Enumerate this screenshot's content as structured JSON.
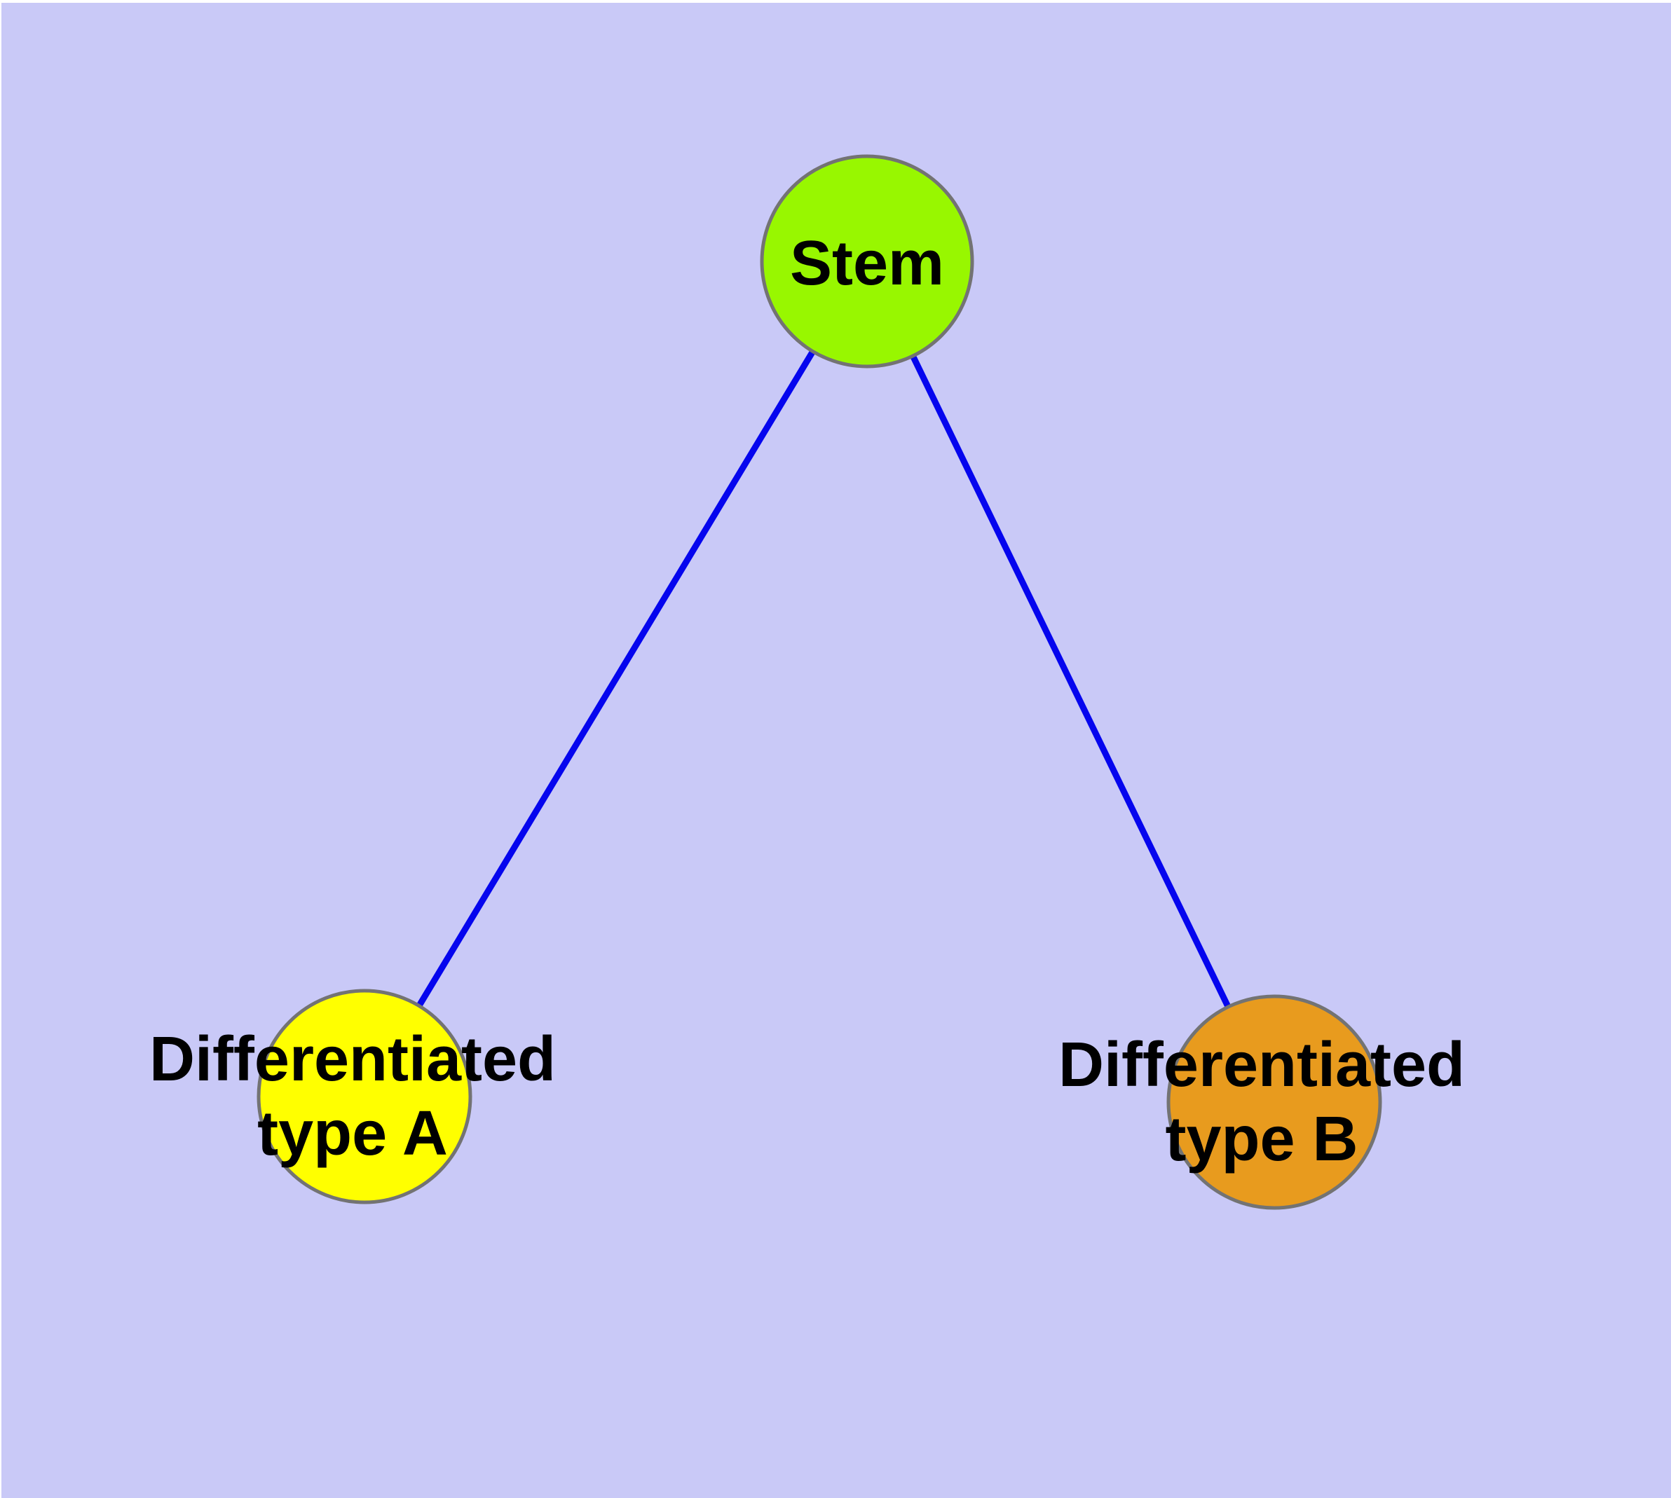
{
  "diagram": {
    "background_color": "#C9C9F7",
    "page_border_color": "#FFFFFF",
    "edge_color": "#0505EE",
    "node_border_color": "#737373",
    "label_color": "#000000",
    "nodes": [
      {
        "name": "stem",
        "fill": "#98F700",
        "label": "Stem",
        "label_lines": [
          "Stem"
        ]
      },
      {
        "name": "differentiated-type-a",
        "fill": "#FFFF00",
        "label": "Differentiated type A",
        "label_lines": [
          "Differentiated",
          "type A"
        ]
      },
      {
        "name": "differentiated-type-b",
        "fill": "#E89B1E",
        "label": "Differentiated type B",
        "label_lines": [
          "Differentiated",
          "type B"
        ]
      }
    ],
    "edges": [
      {
        "from": "stem",
        "to": "differentiated-type-a"
      },
      {
        "from": "stem",
        "to": "differentiated-type-b"
      }
    ]
  }
}
